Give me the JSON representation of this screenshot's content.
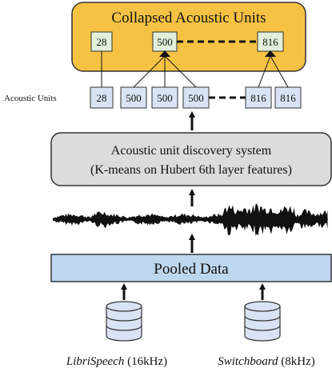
{
  "collapsed": {
    "title": "Collapsed Acoustic Units",
    "units": [
      "28",
      "500",
      "816"
    ]
  },
  "acoustic_units": {
    "label": "Acoustic Units",
    "units": [
      "28",
      "500",
      "500",
      "500",
      "816",
      "816"
    ]
  },
  "discovery": {
    "line1": "Acoustic unit discovery system",
    "line2": "(K-means on Hubert 6th layer features)"
  },
  "pooled": {
    "label": "Pooled Data"
  },
  "datasets": [
    {
      "name": "LibriSpeech",
      "rate": " (16kHz)"
    },
    {
      "name": "Switchboard",
      "rate": " (8kHz)"
    }
  ],
  "colors": {
    "collapsed_fill": "#f6c244",
    "collapsed_unit_fill": "#e2f0d9",
    "unit_fill": "#dae3f3",
    "discovery_fill": "#dcdcdc",
    "pooled_fill": "#bdd7ee",
    "database_fill": "#dae3f3"
  }
}
